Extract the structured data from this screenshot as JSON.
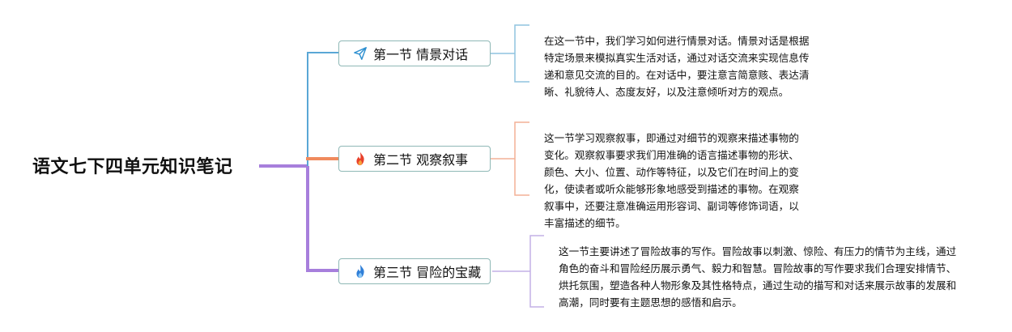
{
  "root": {
    "title": "语文七下四单元知识笔记"
  },
  "branches": [
    {
      "icon": "paper-plane-icon",
      "color": "#5aa7d6",
      "title": "第一节 情景对话",
      "note": "在这一节中，我们学习如何进行情景对话。情景对话是根据特定场景来模拟真实生活对话，通过对话交流来实现信息传递和意见交流的目的。在对话中，要注意言简意赅、表达清晰、礼貌待人、态度友好，以及注意倾听对方的观点。"
    },
    {
      "icon": "fire-icon",
      "color": "#f08a5d",
      "title": "第二节 观察叙事",
      "note": "这一节学习观察叙事，即通过对细节的观察来描述事物的变化。观察叙事要求我们用准确的语言描述事物的形状、颜色、大小、位置、动作等特征，以及它们在时间上的变化，使读者或听众能够形象地感受到描述的事物。在观察叙事中，还要注意准确运用形容词、副词等修饰词语，以丰富描述的细节。"
    },
    {
      "icon": "blue-flame-icon",
      "color": "#9f7fd8",
      "title": "第三节 冒险的宝藏",
      "note": "这一节主要讲述了冒险故事的写作。冒险故事以刺激、惊险、有压力的情节为主线，通过角色的奋斗和冒险经历展示勇气、毅力和智慧。冒险故事的写作要求我们合理安排情节、烘托氛围，塑造各种人物形象及其性格特点，通过生动的描写和对话来展示故事的发展和高潮，同时要有主题思想的感悟和启示。"
    }
  ]
}
